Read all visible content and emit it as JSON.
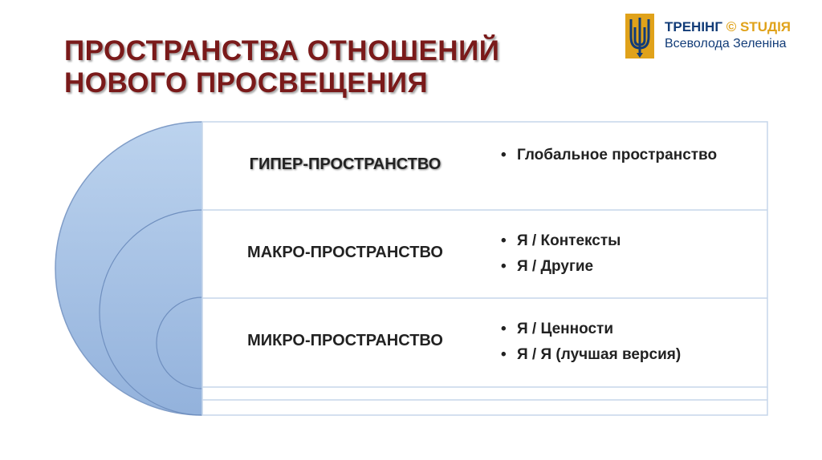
{
  "title": {
    "line1": "ПРОСТРАНСТВА ОТНОШЕНИЙ",
    "line2": "НОВОГО ПРОСВЕЩЕНИЯ"
  },
  "logo": {
    "line1_main": "ТРЕНІНГ",
    "line1_accent": "© STUДІЯ",
    "line2": "Всеволода Зеленіна",
    "colors": {
      "primary": "#123c78",
      "accent": "#e0a21a"
    }
  },
  "levels": [
    {
      "name": "ГИПЕР-ПРОСТРАНСТВО",
      "items": [
        "Глобальное пространство"
      ]
    },
    {
      "name": "МАКРО-ПРОСТРАНСТВО",
      "items": [
        "Я / Контексты",
        "Я / Другие"
      ]
    },
    {
      "name": "МИКРО-ПРОСТРАНСТВО",
      "items": [
        "Я / Ценности",
        "Я / Я (лучшая версия)"
      ]
    }
  ],
  "colors": {
    "title": "#7a1a1a",
    "circle_fill": "#a9c4e6",
    "circle_stroke": "#6f8fbf",
    "divider": "#c5d6ea"
  }
}
